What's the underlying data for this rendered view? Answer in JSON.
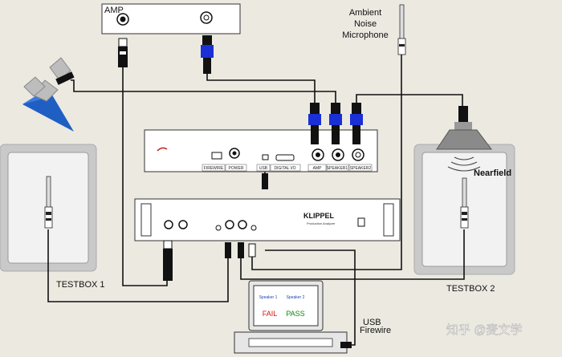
{
  "labels": {
    "amp": "AMP",
    "ambient_mic": [
      "Ambient",
      "Noise",
      "Microphone"
    ],
    "nearfield": "Nearfield",
    "testbox1": "TESTBOX 1",
    "testbox2": "TESTBOX 2",
    "usb_firewire": [
      "USB",
      "Firewire"
    ],
    "watermark": "知乎 @麦文学"
  },
  "interface_panel": {
    "firewire": "FIREWIRE",
    "power": "POWER",
    "usb": "USB",
    "digital_io": "DIGITAL I/O",
    "amp": "AMP",
    "speaker1": "SPEAKER1",
    "speaker2": "SPEAKER2"
  },
  "rack": {
    "brand": "KLIPPEL",
    "model": "Production Analyzer"
  },
  "monitor": {
    "col1": "Speaker 1",
    "col2": "Speaker 2",
    "result1": "FAIL",
    "result2": "PASS"
  },
  "colors": {
    "fail": "#e01010",
    "pass": "#0a8a0a",
    "speakon_blue": "#1a2fd6",
    "link_blue": "#2040c0",
    "testbox_fill": "#c9c9c9"
  }
}
